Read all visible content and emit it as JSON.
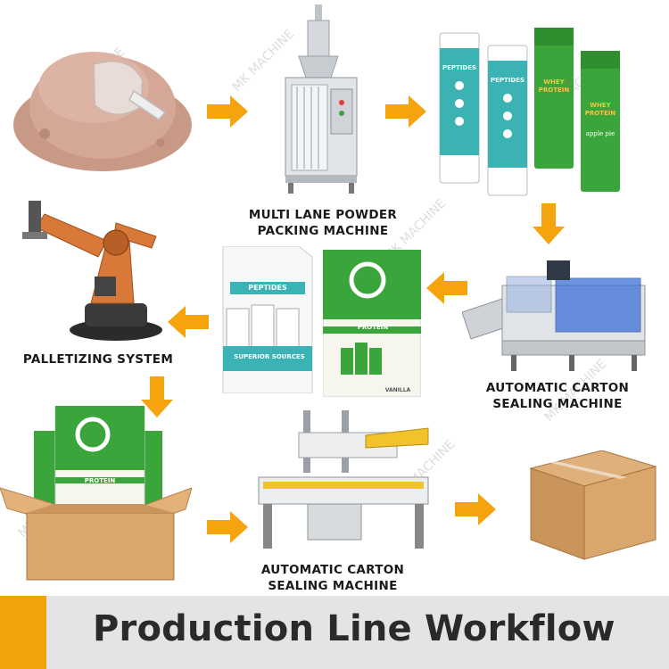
{
  "watermark": "MK MACHINE",
  "steps": {
    "powder": {},
    "packing_machine": {
      "label_line1": "MULTI LANE POWDER",
      "label_line2": "PACKING MACHINE"
    },
    "sachets": {
      "sachet1": "PEPTIDES",
      "sachet2": "PEPTIDES",
      "sachet3": "WHEY PROTEIN",
      "sachet4": "WHEY PROTEIN",
      "flavor": "apple pie"
    },
    "cartoning_machine": {
      "label_line1": "AUTOMATIC CARTON",
      "label_line2": "SEALING MACHINE"
    },
    "retail_boxes": {
      "box1_title": "PEPTIDES",
      "box1_band": "SUPERIOR SOURCES",
      "box2_title": "PROTEIN",
      "box2_flavor": "VANILLA"
    },
    "palletizer": {
      "label": "PALLETIZING SYSTEM"
    },
    "packed_carton": {
      "box_title": "PROTEIN"
    },
    "tape_sealer": {
      "label_line1": "AUTOMATIC CARTON",
      "label_line2": "SEALING MACHINE"
    },
    "sealed_box": {}
  },
  "footer": {
    "title": "Production Line Workflow"
  },
  "colors": {
    "arrow": "#f5a40d",
    "accent_bar": "#f0a30a",
    "footer_bg": "#e4e4e4",
    "teal": "#3bb3b5",
    "green": "#3aa53a",
    "robot_orange": "#d8793a",
    "cardboard": "#d9a66b"
  }
}
